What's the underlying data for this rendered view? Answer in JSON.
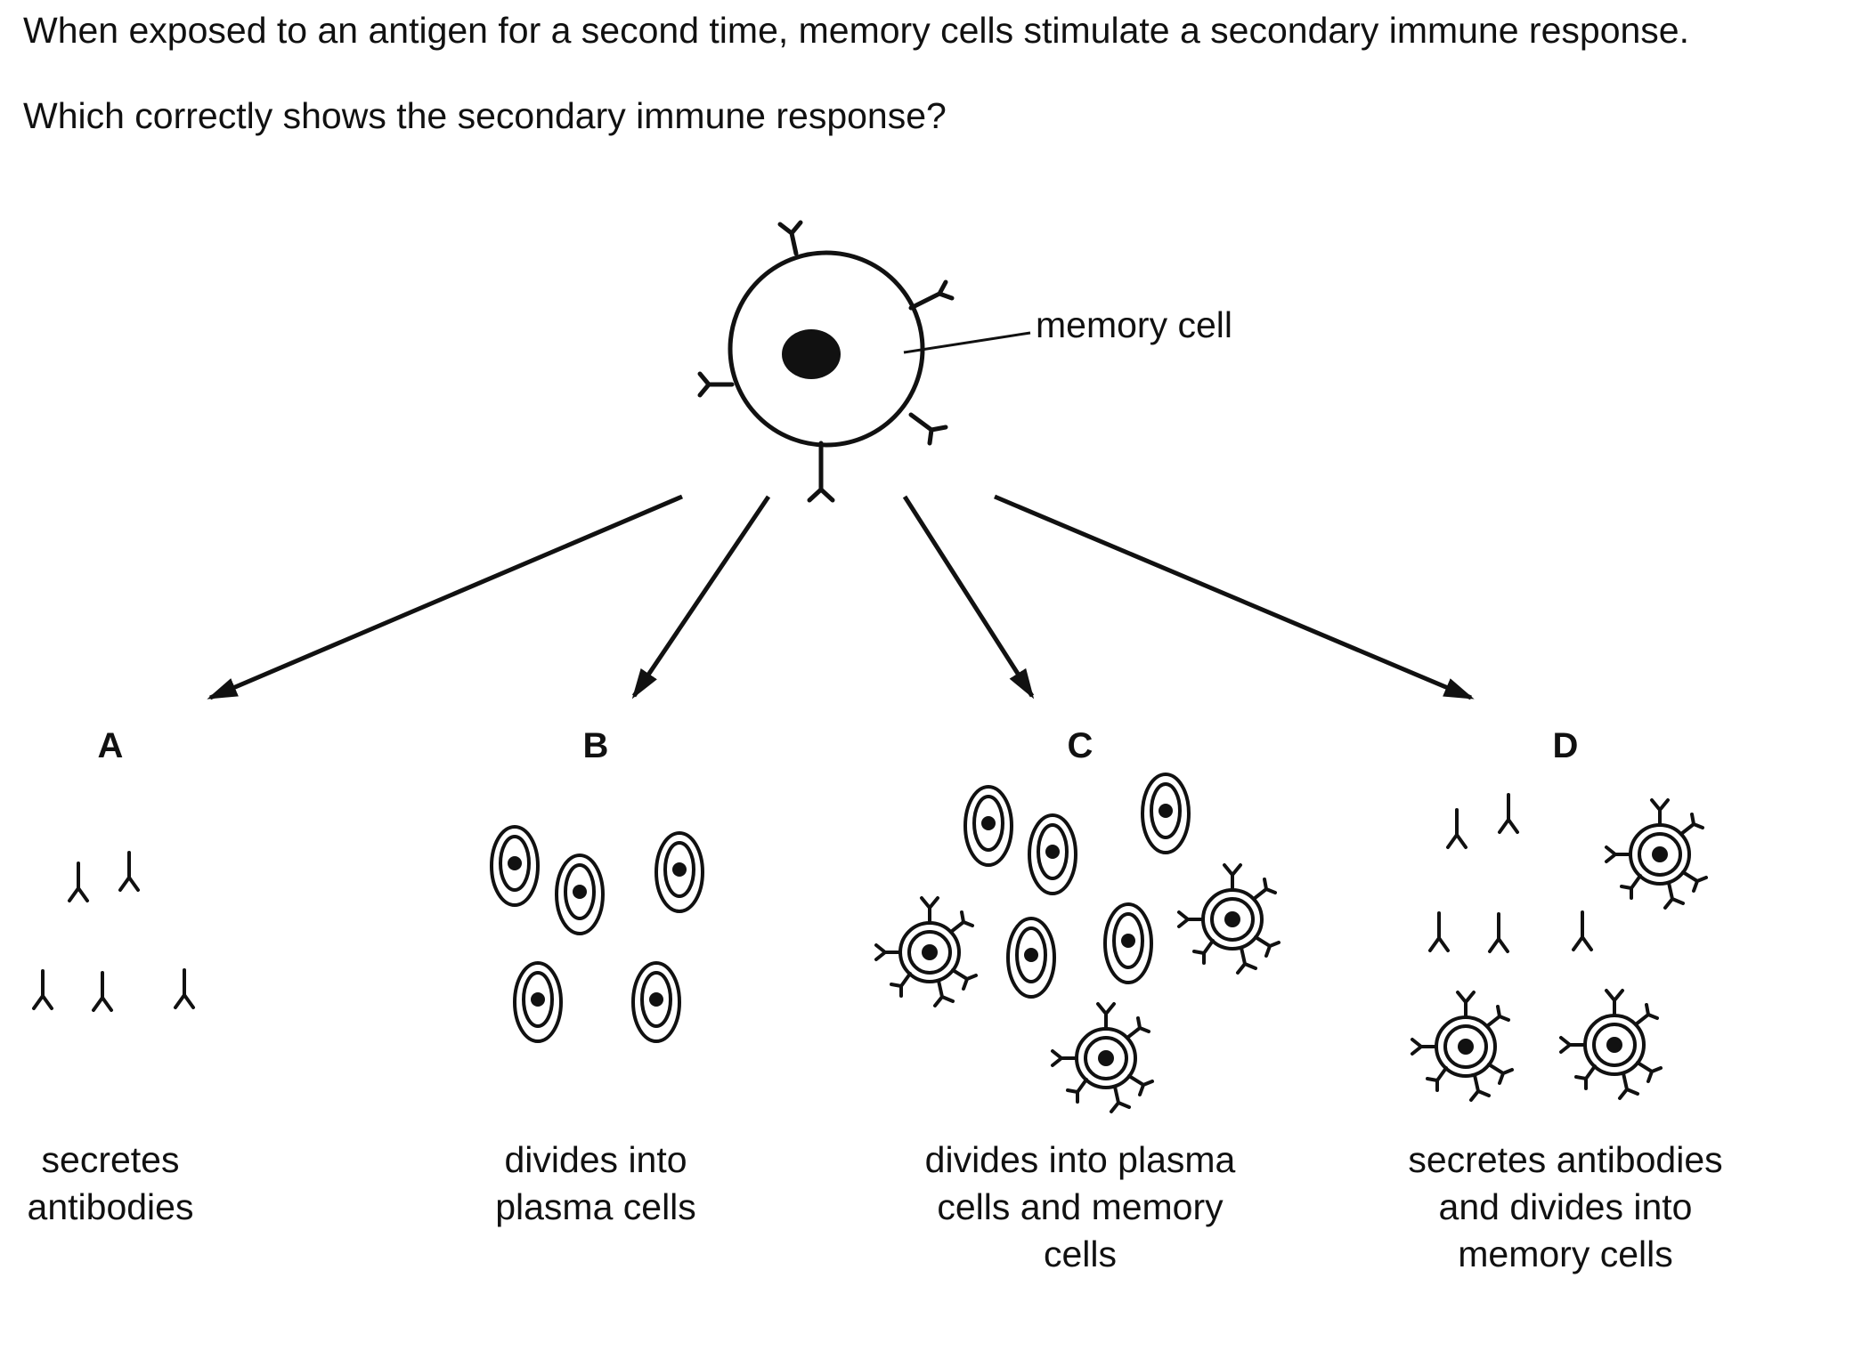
{
  "question": {
    "stem": "When exposed to an antigen for a second time, memory cells stimulate a secondary immune response.",
    "prompt": "Which correctly shows the secondary immune response?"
  },
  "diagram": {
    "source_label": "memory cell",
    "options": [
      {
        "letter": "A",
        "caption": "secretes antibodies",
        "contents": [
          "antibody",
          "antibody",
          "antibody",
          "antibody",
          "antibody"
        ]
      },
      {
        "letter": "B",
        "caption": "divides into plasma cells",
        "contents": [
          "plasma-cell",
          "plasma-cell",
          "plasma-cell",
          "plasma-cell",
          "plasma-cell"
        ]
      },
      {
        "letter": "C",
        "caption": "divides into plasma cells and memory cells",
        "contents": [
          "plasma-cell",
          "plasma-cell",
          "plasma-cell",
          "plasma-cell",
          "plasma-cell",
          "memory-cell",
          "memory-cell",
          "memory-cell"
        ]
      },
      {
        "letter": "D",
        "caption": "secretes antibodies and divides into memory cells",
        "contents": [
          "antibody",
          "antibody",
          "antibody",
          "antibody",
          "antibody",
          "memory-cell",
          "memory-cell",
          "memory-cell"
        ]
      }
    ]
  },
  "colors": {
    "ink": "#111111",
    "background": "#ffffff"
  },
  "icons": [
    "memory-cell-icon",
    "plasma-cell-icon",
    "antibody-icon",
    "arrow-icon"
  ]
}
